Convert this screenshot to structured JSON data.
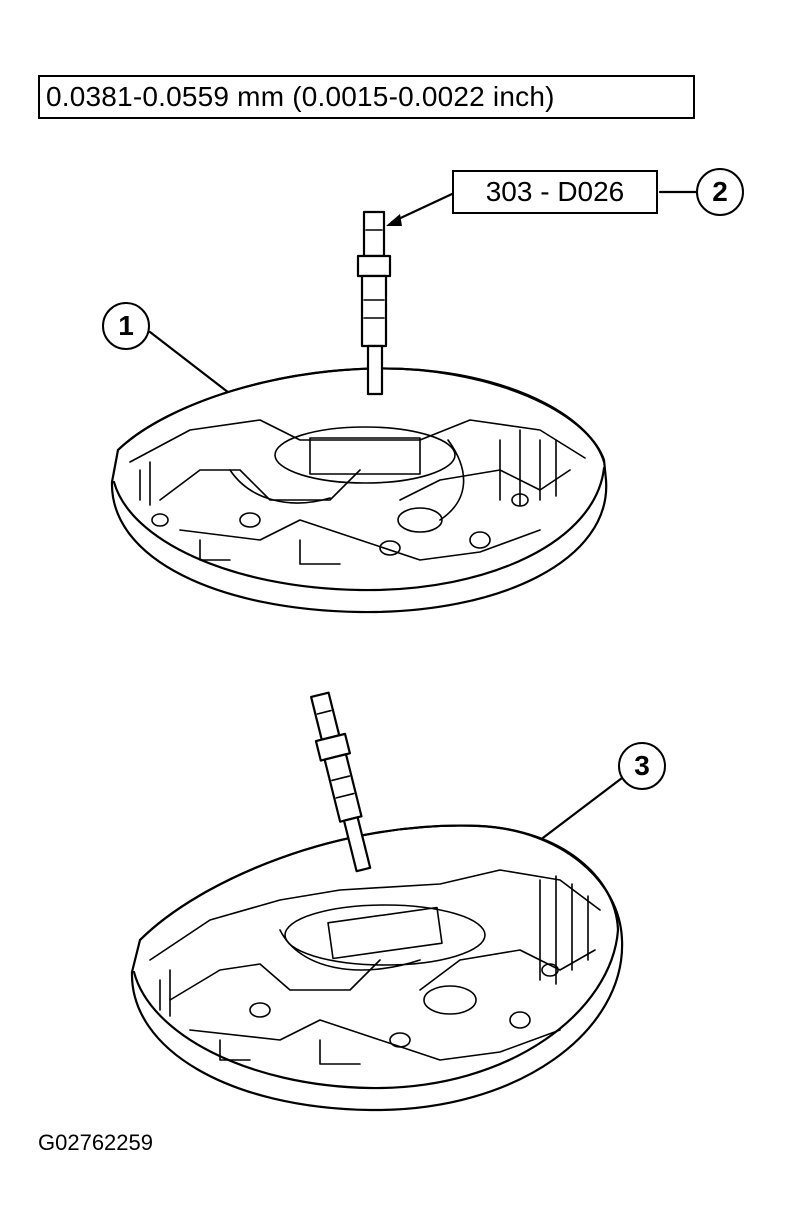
{
  "spec_label": "0.0381-0.0559 mm (0.0015-0.0022 inch)",
  "tool_label": "303 - D026",
  "callouts": [
    "1",
    "2",
    "3"
  ],
  "figure_code": "G02762259"
}
